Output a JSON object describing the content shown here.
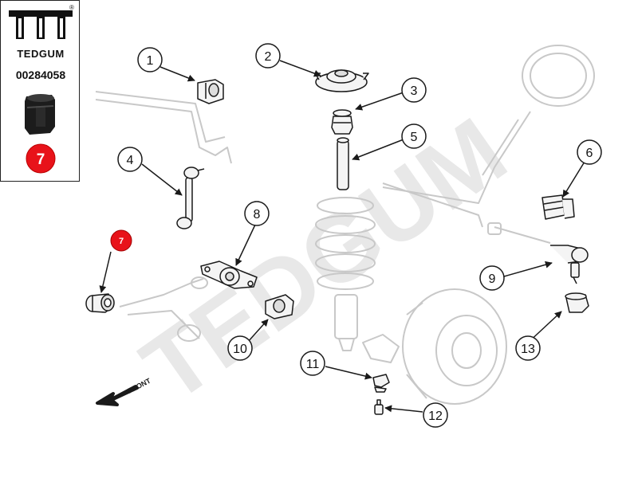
{
  "brand": {
    "name": "TEDGUM",
    "part_number": "00284058",
    "registered_mark": "®",
    "highlight_number": "7",
    "highlight_color": "#e8131a"
  },
  "diagram": {
    "front_label": "FRONT",
    "watermark": "TEDGUM",
    "callouts": [
      "1",
      "2",
      "3",
      "4",
      "5",
      "6",
      "7",
      "8",
      "9",
      "10",
      "11",
      "12",
      "13"
    ]
  },
  "colors": {
    "line": "#1a1a1a",
    "ghost": "#c9c9c9",
    "part_fill": "#f2f2f2",
    "watermark": "#e6e6e6"
  }
}
